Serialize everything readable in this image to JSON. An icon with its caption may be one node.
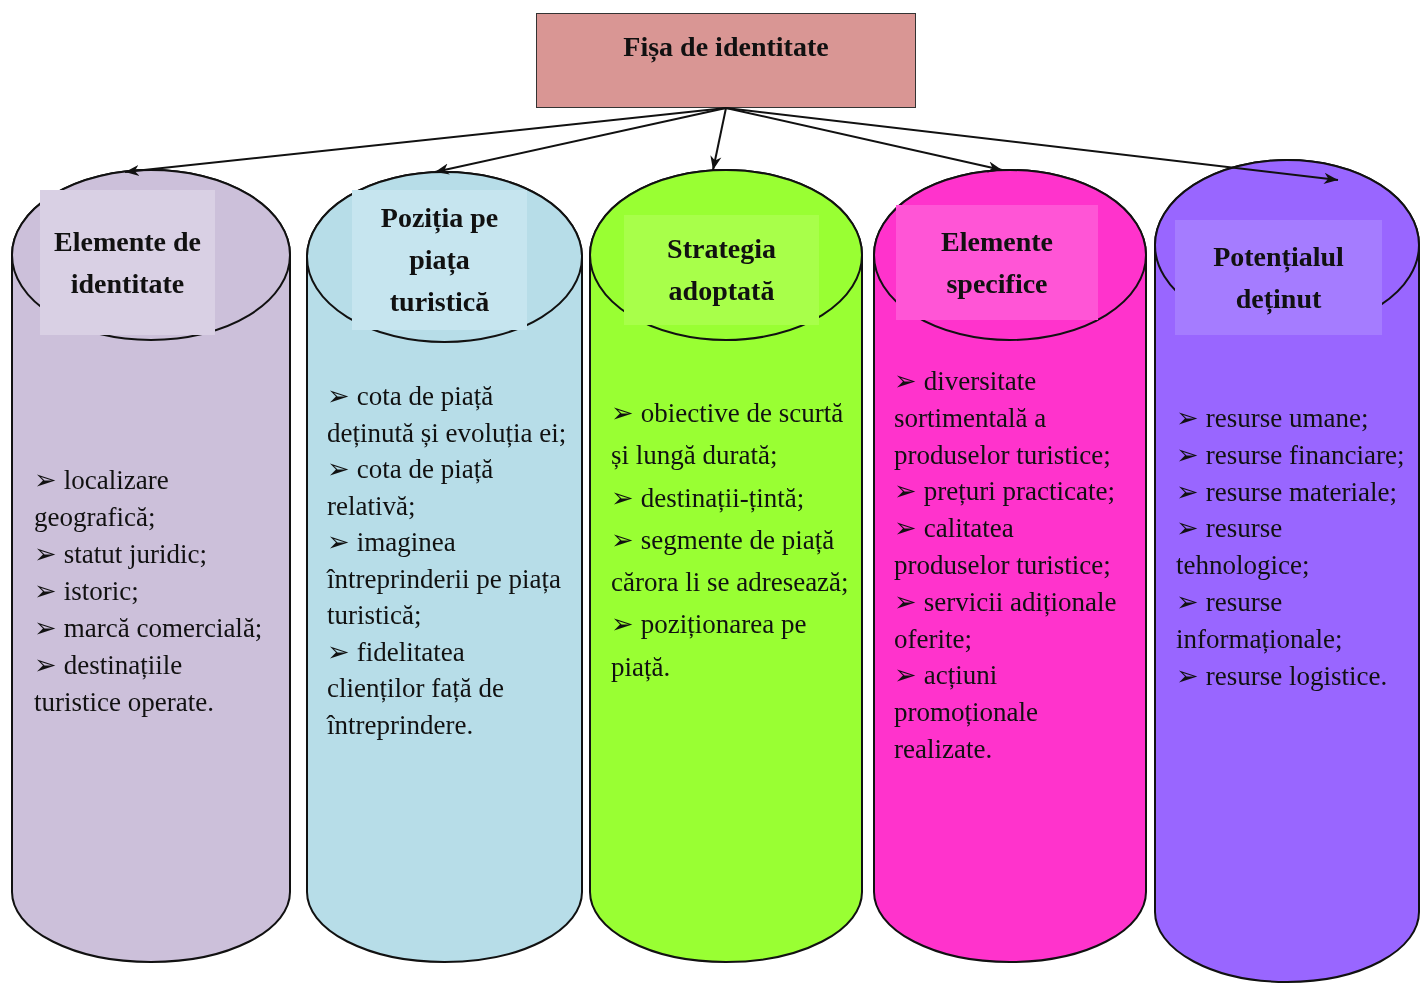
{
  "diagram": {
    "nodes": [
      {
        "text": [
          "Fișa de identitate"
        ]
      },
      {
        "text": [
          "Elemente de identitate",
          "➢ localizare geografică;",
          "➢ statut juridic;",
          "➢ istoric;",
          "➢ marcă comercială;",
          "➢ destinațiile turistice operate."
        ]
      },
      {
        "text": [
          "Poziția pe piața turistică",
          "➢ cota de piață deținută și evoluția ei;",
          "➢ cota de piață relativă;",
          "➢ imaginea întreprinderii pe piața turistică;",
          "➢ fidelitatea clienților față de întreprindere."
        ]
      },
      {
        "text": [
          "Strategia adoptată",
          "➢ obiective de scurtă și lungă durată;",
          "➢ destinații-țintă;",
          "➢ segmente de piață cărora li se adresează;",
          "➢ poziționarea pe piață."
        ]
      },
      {
        "text": [
          "Elemente specifice",
          "➢ diversitate sortimentală a produselor turistice;",
          "➢ prețuri practicate;",
          "➢ calitatea produselor turistice;",
          "➢ servicii adiționale oferite;",
          "➢ acțiuni promoționale realizate."
        ]
      },
      {
        "text": [
          "Potențialul deținut",
          "➢ resurse umane;",
          "➢ resurse financiare;",
          "➢ resurse materiale;",
          "➢ resurse tehnologice;",
          "➢ resurse informaționale;",
          "➢ resurse logistice."
        ]
      }
    ],
    "edges": [
      {
        "from": 0,
        "to": 1,
        "arrow": "to"
      },
      {
        "from": 0,
        "to": 2,
        "arrow": "to"
      },
      {
        "from": 0,
        "to": 3,
        "arrow": "to"
      },
      {
        "from": 0,
        "to": 4,
        "arrow": "to"
      },
      {
        "from": 0,
        "to": 5,
        "arrow": "to"
      }
    ]
  }
}
